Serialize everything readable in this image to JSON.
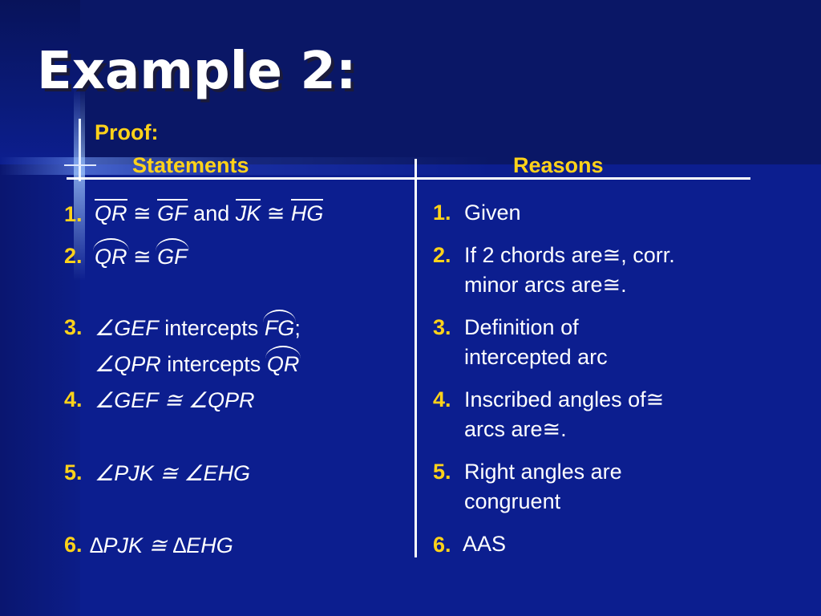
{
  "title": "Example 2:",
  "proof_label": "Proof:",
  "headers": {
    "statements": "Statements",
    "reasons": "Reasons"
  },
  "statements": [
    {
      "num": "1.",
      "s1": "QR",
      "cong1": "≅",
      "s2": "GF",
      "and": "and",
      "s3": "JK",
      "cong2": "≅",
      "s4": "HG"
    },
    {
      "num": "2.",
      "a1": "QR",
      "cong": "≅",
      "a2": "GF"
    },
    {
      "num": "3.",
      "l1_angle": "∠GEF",
      "l1_word": "intercepts",
      "l1_arc": "FG",
      "l1_end": ";",
      "l2_angle": "∠QPR",
      "l2_word": "intercepts",
      "l2_arc": "QR"
    },
    {
      "num": "4.",
      "text": "∠GEF ≅ ∠QPR"
    },
    {
      "num": "5.",
      "text": "∠PJK ≅ ∠EHG"
    },
    {
      "num": "6.",
      "text": "∆PJK ≅ ∆EHG"
    }
  ],
  "reasons": [
    {
      "num": "1.",
      "lines": [
        "Given"
      ]
    },
    {
      "num": "2.",
      "lines": [
        "If 2 chords are≅, corr.",
        "minor arcs are≅."
      ]
    },
    {
      "num": "3.",
      "lines": [
        "Definition of",
        "intercepted arc"
      ]
    },
    {
      "num": "4.",
      "lines": [
        "Inscribed angles of≅",
        "arcs are≅."
      ]
    },
    {
      "num": "5.",
      "lines": [
        "Right angles are",
        "congruent"
      ]
    },
    {
      "num": "6.",
      "lines": [
        "AAS"
      ]
    }
  ],
  "colors": {
    "background": "#0c1e8f",
    "accent": "#ffd21a",
    "text": "#ffffff"
  }
}
